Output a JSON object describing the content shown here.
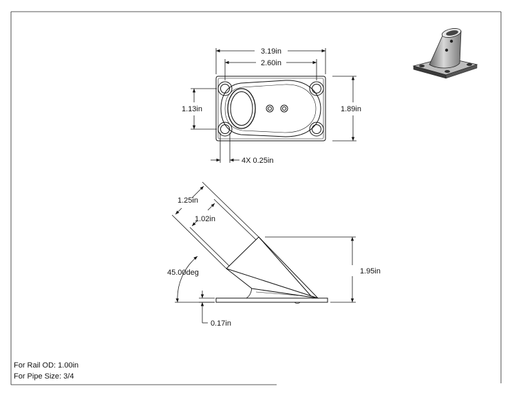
{
  "top_view": {
    "overall_width": "3.19in",
    "bolt_spacing": "2.60in",
    "bolt_spacing_vertical": "1.13in",
    "overall_height": "1.89in",
    "hole_callout": "4X 0.25in"
  },
  "side_view": {
    "tube_od": "1.25in",
    "tube_id": "1.02in",
    "angle": "45.00deg",
    "height": "1.95in",
    "plate_thickness": "0.17in"
  },
  "notes": {
    "rail_od": "For Rail OD: 1.00in",
    "pipe_size": "For Pipe Size: 3/4"
  }
}
